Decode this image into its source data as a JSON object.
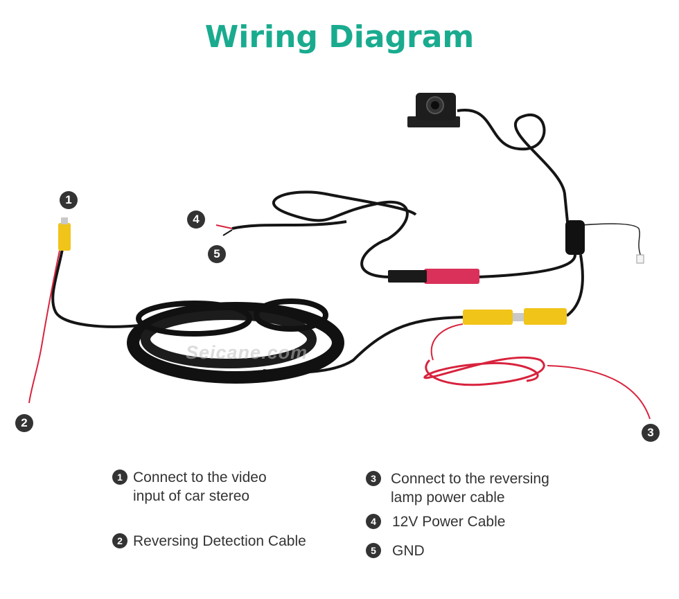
{
  "title": "Wiring Diagram",
  "watermark": "Seicane.com",
  "colors": {
    "title": "#1aab8f",
    "marker": "#333333",
    "cable": "#151515",
    "red_wire": "#d8233d",
    "rca_yellow": "#f0c419",
    "rca_red": "#d9315a"
  },
  "markers": [
    "1",
    "2",
    "3",
    "4",
    "5"
  ],
  "legend": [
    {
      "num": "1",
      "lines": [
        "Connect to the video",
        "input of car stereo"
      ]
    },
    {
      "num": "2",
      "lines": [
        "Reversing Detection Cable"
      ]
    },
    {
      "num": "3",
      "lines": [
        "Connect to the reversing",
        "lamp power cable"
      ]
    },
    {
      "num": "4",
      "lines": [
        "12V Power Cable"
      ]
    },
    {
      "num": "5",
      "lines": [
        "GND"
      ]
    }
  ]
}
